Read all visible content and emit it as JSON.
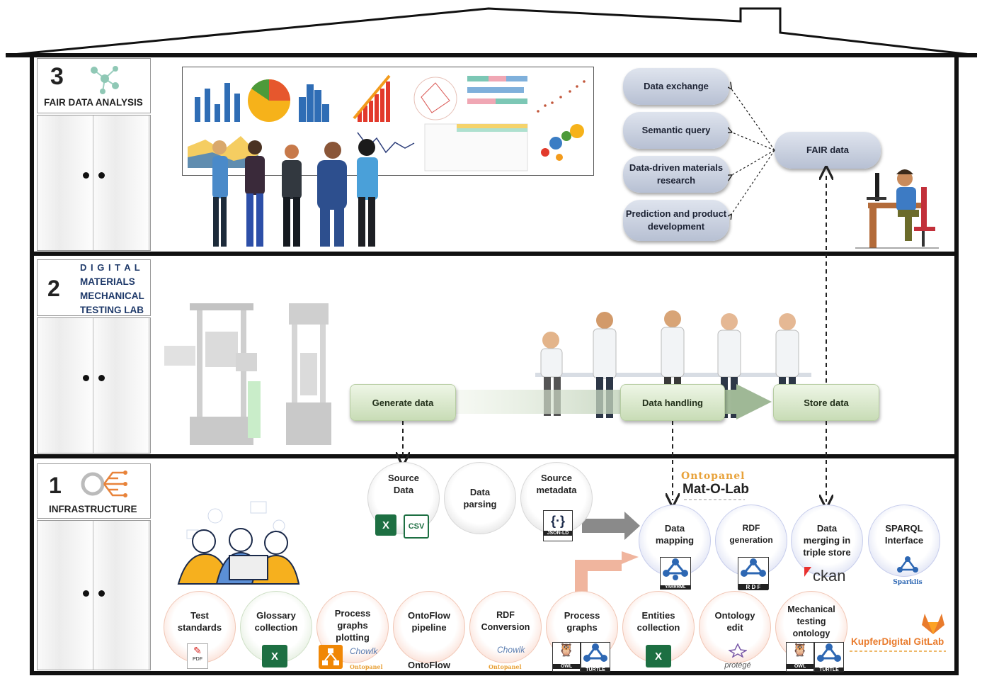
{
  "floors": {
    "floor3": {
      "number": "3",
      "title": "FAIR DATA ANALYSIS"
    },
    "floor2": {
      "number": "2",
      "title_lines": [
        "D I G I T A L",
        "MATERIALS",
        "MECHANICAL",
        "TESTING LAB"
      ]
    },
    "floor1": {
      "number": "1",
      "title": "INFRASTRUCTURE"
    }
  },
  "fair_analysis": {
    "pills": [
      "Data exchange",
      "Semantic query",
      "Data-driven materials research",
      "Prediction and product development"
    ],
    "fair_data": "FAIR data"
  },
  "lab": {
    "generate": "Generate data",
    "handling": "Data handling",
    "store": "Store data"
  },
  "pipeline_top": [
    {
      "label": "Source Data",
      "icons": [
        "X",
        "CSV"
      ]
    },
    {
      "label": "Data parsing"
    },
    {
      "label": "Source metadata",
      "icon_text": "JSON-LD"
    }
  ],
  "pipeline_main": [
    {
      "label": "Data mapping",
      "icon_text": "YARRRML"
    },
    {
      "label": "RDF generation",
      "icon_text": "R D F"
    },
    {
      "label": "Data merging in triple store",
      "icon_text": "ckan"
    },
    {
      "label": "SPARQL Interface",
      "icon_text": "Sparklis"
    }
  ],
  "ontopanel": {
    "brand": "Ontopanel",
    "app": "Mat-O-Lab"
  },
  "pipeline_bottom": [
    {
      "label": "Test standards",
      "icon_text": "PDF"
    },
    {
      "label": "Glossary collection",
      "icon_text": "X"
    },
    {
      "label": "Process graphs plotting",
      "icon_text": "Chowlk",
      "icon_sub": "Ontopanel"
    },
    {
      "label": "OntoFlow pipeline",
      "icon_text": "OntoFlow"
    },
    {
      "label": "RDF Conversion",
      "icon_text": "Chowlk",
      "icon_sub": "Ontopanel"
    },
    {
      "label": "Process graphs",
      "icon_text": "OWL",
      "icon_sub": "TURTLE"
    },
    {
      "label": "Entities collection",
      "icon_text": "X"
    },
    {
      "label": "Ontology edit",
      "icon_text": "protégé"
    },
    {
      "label": "Mechanical testing ontology",
      "icon_text": "OWL",
      "icon_sub": "TURTLE"
    }
  ],
  "gitlab": {
    "label": "KupferDigital GitLab"
  },
  "colors": {
    "pill": "#c4cbdb",
    "green_box": "#d4e6c4",
    "blue_ring": "#b9c1e6",
    "salmon_ring": "#f2b9a2",
    "excel_green": "#1d6f42",
    "gitlab_orange": "#e97b2c",
    "ontopanel_orange": "#e8a23a"
  }
}
